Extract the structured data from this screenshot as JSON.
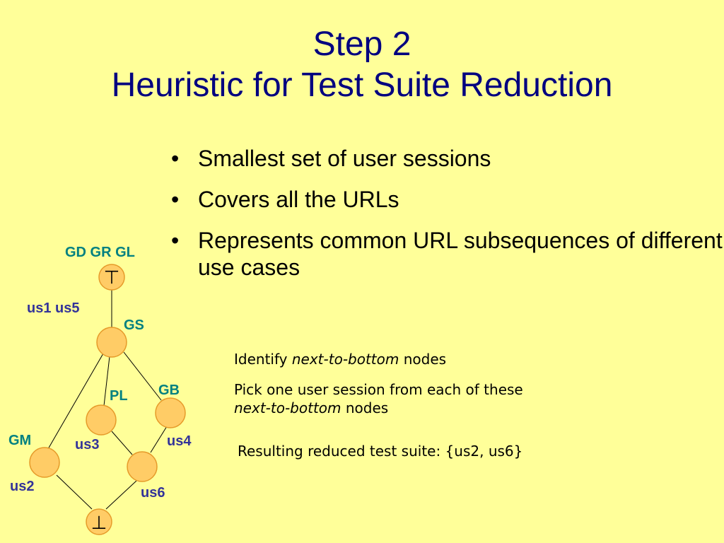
{
  "title": {
    "line1": "Step 2",
    "line2": "Heuristic for Test Suite Reduction"
  },
  "bullets": [
    "Smallest set of user sessions",
    "Covers all the URLs",
    "Represents common URL subsequences of different use cases"
  ],
  "bullet_marker": "•",
  "notes": {
    "identify_prefix": "Identify ",
    "identify_em": "next-to-bottom",
    "identify_suffix": " nodes",
    "pick_line1": "Pick one user session from each of these",
    "pick_em": "next-to-bottom",
    "pick_suffix": " nodes",
    "result": "Resulting reduced test suite:  {us2, us6}"
  },
  "diagram": {
    "top_symbol": "⊤",
    "bottom_symbol": "⊥",
    "labels": {
      "top_urls": "GD GR GL",
      "top_sessions": "us1 us5",
      "gs": "GS",
      "pl": "PL",
      "gb": "GB",
      "gm": "GM",
      "us3": "us3",
      "us4": "us4",
      "us2": "us2",
      "us6": "us6"
    }
  },
  "colors": {
    "background": "#ffff99",
    "title": "#000080",
    "node_fill": "#ffcc66",
    "url_label": "#008080",
    "session_label": "#333399"
  }
}
